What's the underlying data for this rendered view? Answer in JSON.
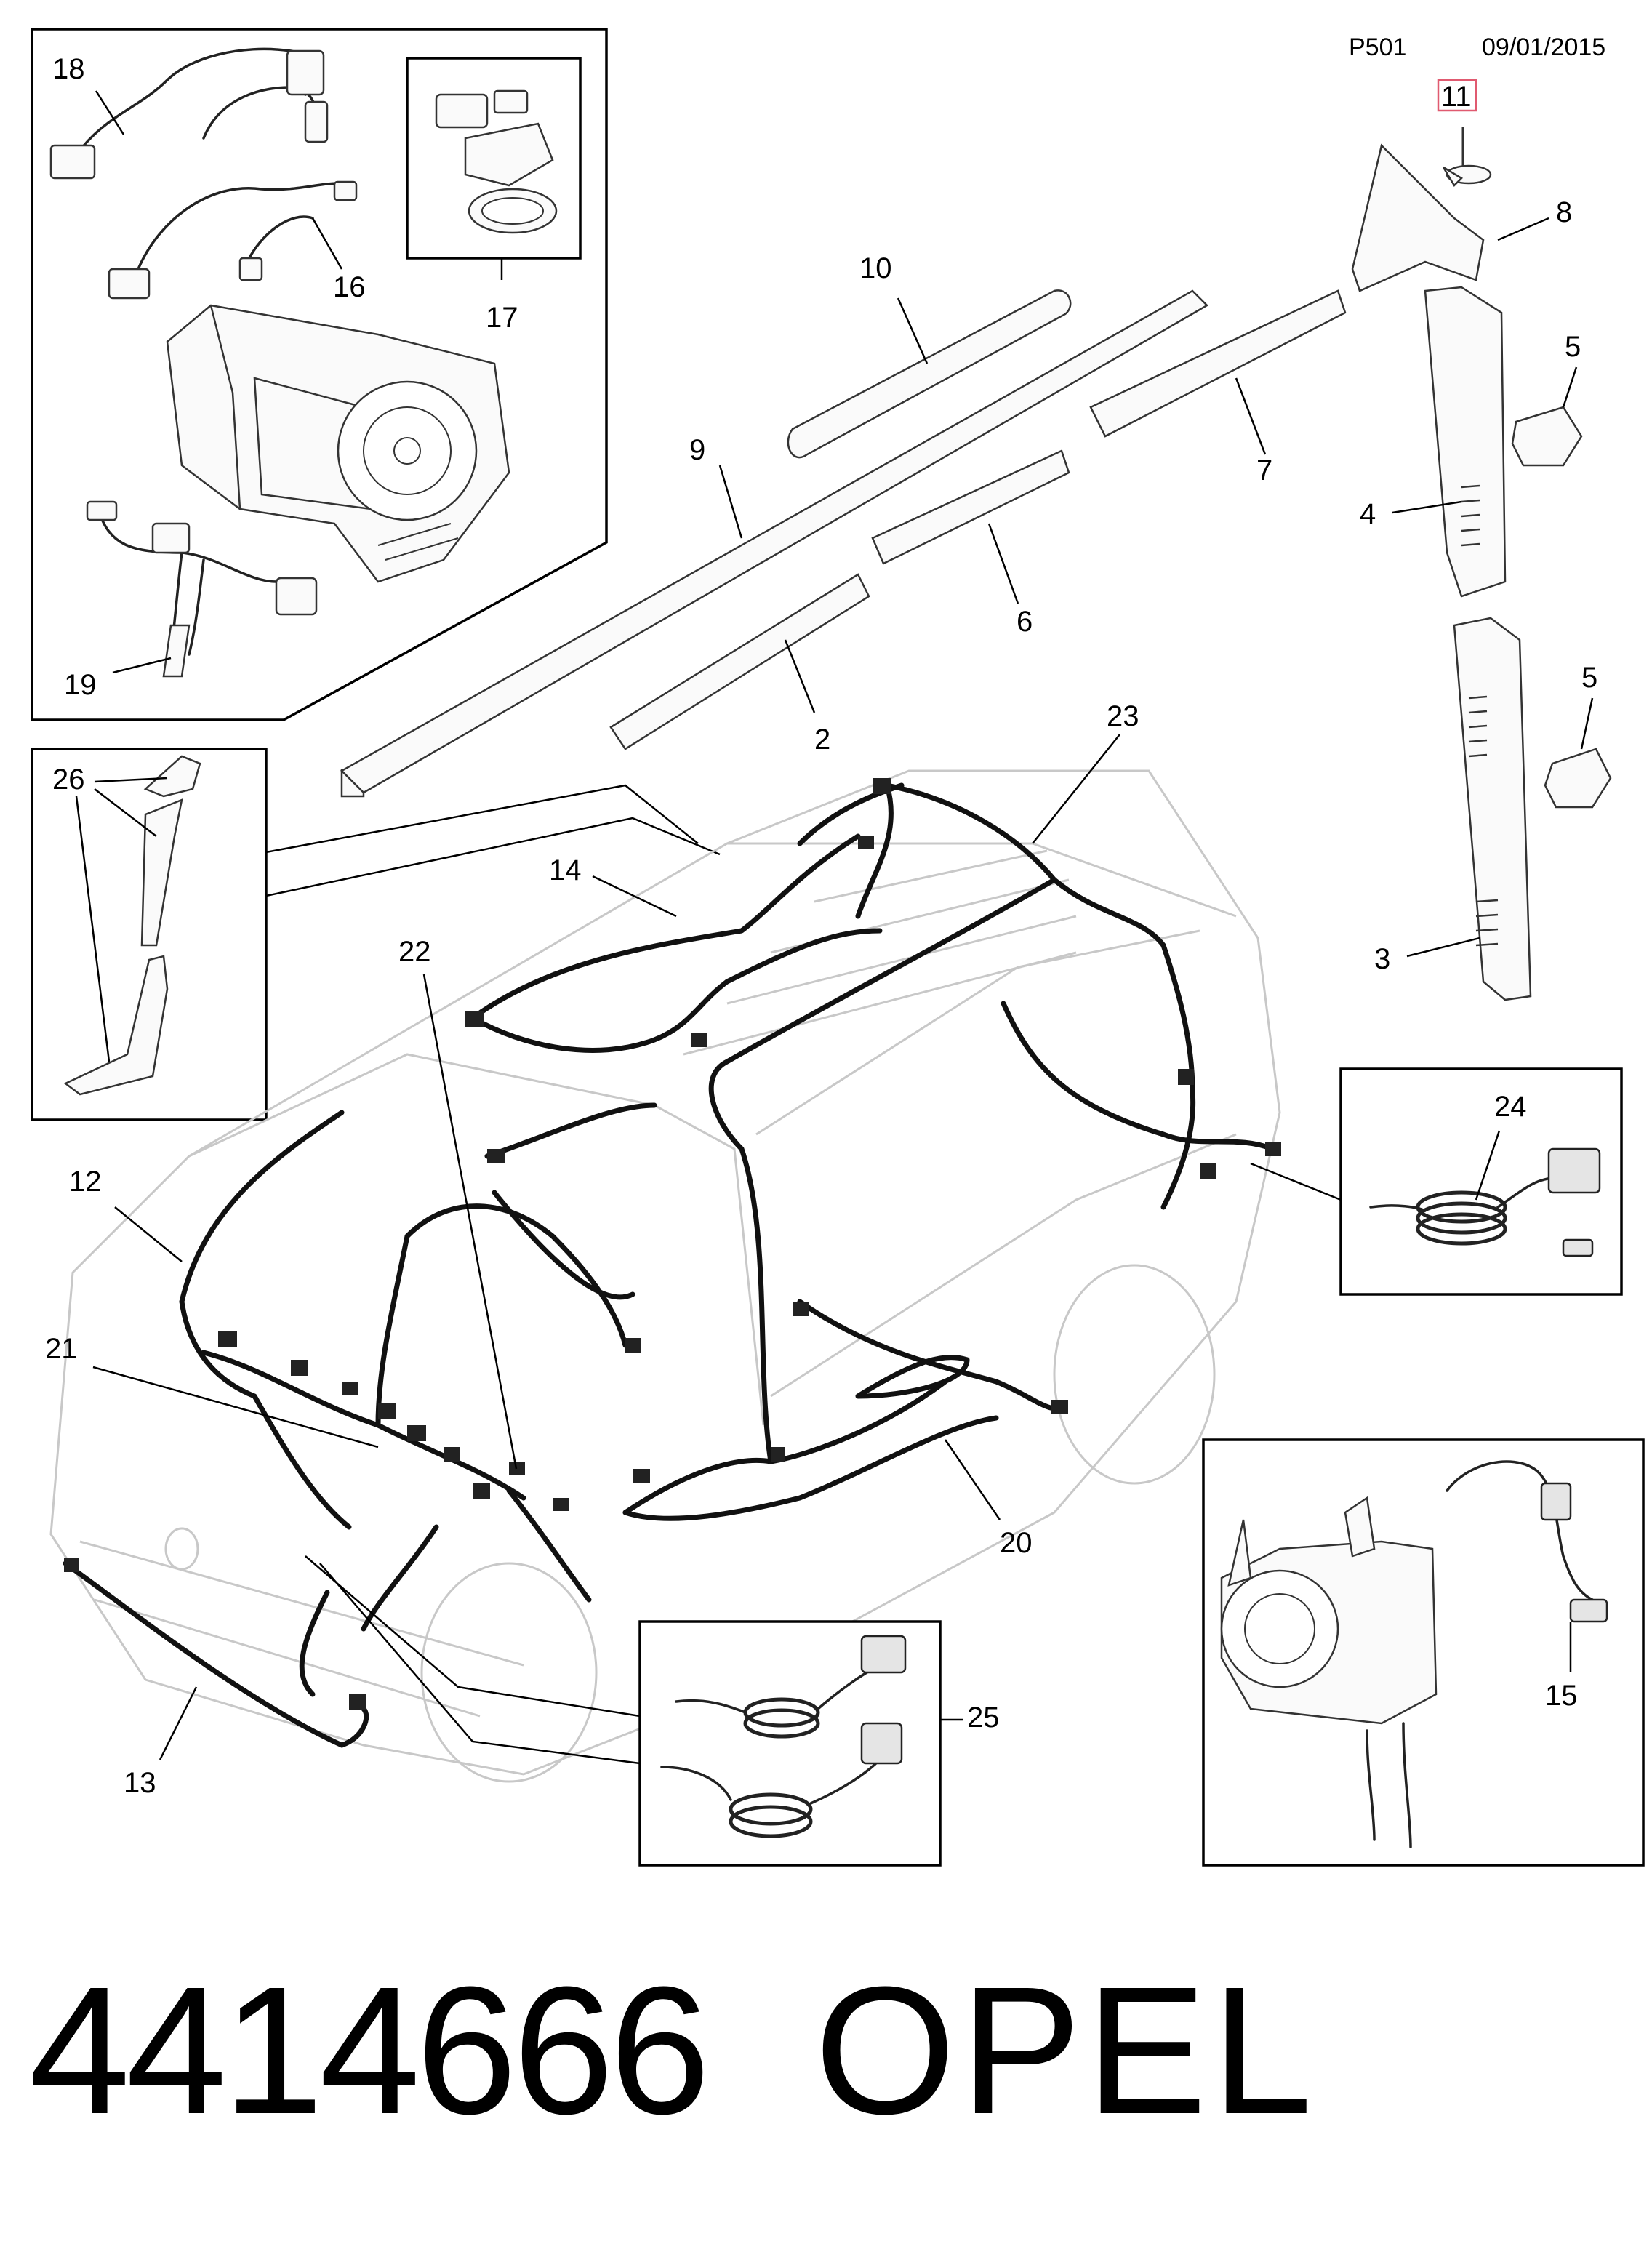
{
  "header": {
    "page": "P501",
    "date": "09/01/2015"
  },
  "footer": {
    "part_number": "4414666",
    "brand": "OPEL"
  },
  "callouts": {
    "c1": "2",
    "c2": "3",
    "c3": "4",
    "c4a": "5",
    "c4b": "5",
    "c5": "6",
    "c6": "7",
    "c7": "8",
    "c8": "9",
    "c9": "10",
    "c10": "11",
    "c11": "12",
    "c12": "13",
    "c13": "14",
    "c14": "15",
    "c15": "16",
    "c16": "17",
    "c17": "18",
    "c18": "19",
    "c19": "20",
    "c20": "21",
    "c21": "22",
    "c22": "23",
    "c23": "24",
    "c24": "25",
    "c25": "26"
  },
  "colors": {
    "line": "#000000",
    "ghost": "#c8c8c8",
    "highlight": "#e05a70"
  }
}
